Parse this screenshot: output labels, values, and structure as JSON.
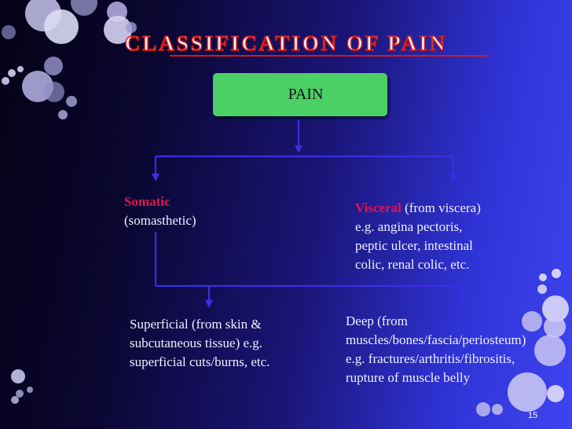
{
  "slide": {
    "title": "CLASSIFICATION OF PAIN",
    "root": "PAIN",
    "somatic": {
      "label": "Somatic",
      "detail": "(somasthetic)"
    },
    "visceral": {
      "label": "Visceral",
      "detail": " (from viscera)",
      "lines": [
        "e.g. angina pectoris,",
        "peptic ulcer, intestinal",
        "colic, renal colic, etc."
      ]
    },
    "superficial": {
      "lines": [
        "Superficial (from skin &",
        "subcutaneous tissue) e.g.",
        "superficial cuts/burns, etc."
      ]
    },
    "deep": {
      "lines": [
        "Deep (from",
        "muscles/bones/fascia/periosteum)",
        "e.g. fractures/arthritis/fibrositis,",
        "rupture of muscle belly"
      ]
    },
    "page_number": "15"
  },
  "colors": {
    "accent_red": "#e0134f",
    "title_outline": "#d31a1a",
    "root_box": "#4ccf65",
    "connector": "#3b2fe0"
  }
}
